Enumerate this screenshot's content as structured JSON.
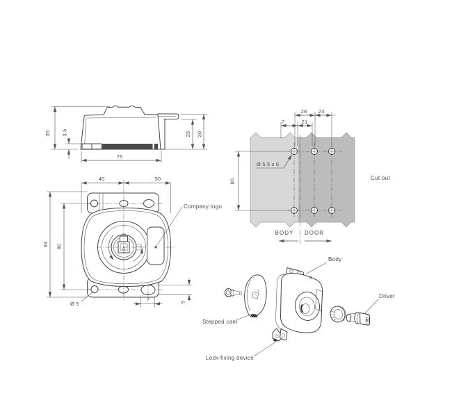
{
  "side_view": {
    "dim_height": "35",
    "dim_seal_thickness": "3,5",
    "dim_width": "76",
    "dim_flange_underside": "25",
    "dim_flange_top": "30"
  },
  "front_view": {
    "dim_left_width": "40",
    "dim_right_width": "50",
    "dim_overall_height": "94",
    "dim_hole_spacing": "80",
    "dim_hole_diameter": "Ø 5",
    "dim_slot_width": "7",
    "dim_slot_height": "5",
    "label_company_logo": "Company logo"
  },
  "cutout_view": {
    "dim_col_spacing_1": "28",
    "dim_col_spacing_2": "23",
    "dim_edge_offset": "7",
    "dim_col_spacing_3": "21",
    "dim_row_spacing": "80",
    "dim_hole_spec": "Ø 5.5 x 6",
    "label_title": "Cut out",
    "label_body_panel": "BODY",
    "label_door_panel": "DOOR"
  },
  "exploded_view": {
    "label_body": "Body",
    "label_driver": "Driver",
    "label_stepped_cam": "Stepped cam",
    "label_lock_fixing_device": "Lock-fixing device"
  },
  "colors": {
    "line": "#454545",
    "text": "#4d4d4d",
    "body_panel_fill": "#d8d8d8",
    "door_panel_fill": "#bcbcbc",
    "seal_fill": "#4a4a4a"
  }
}
